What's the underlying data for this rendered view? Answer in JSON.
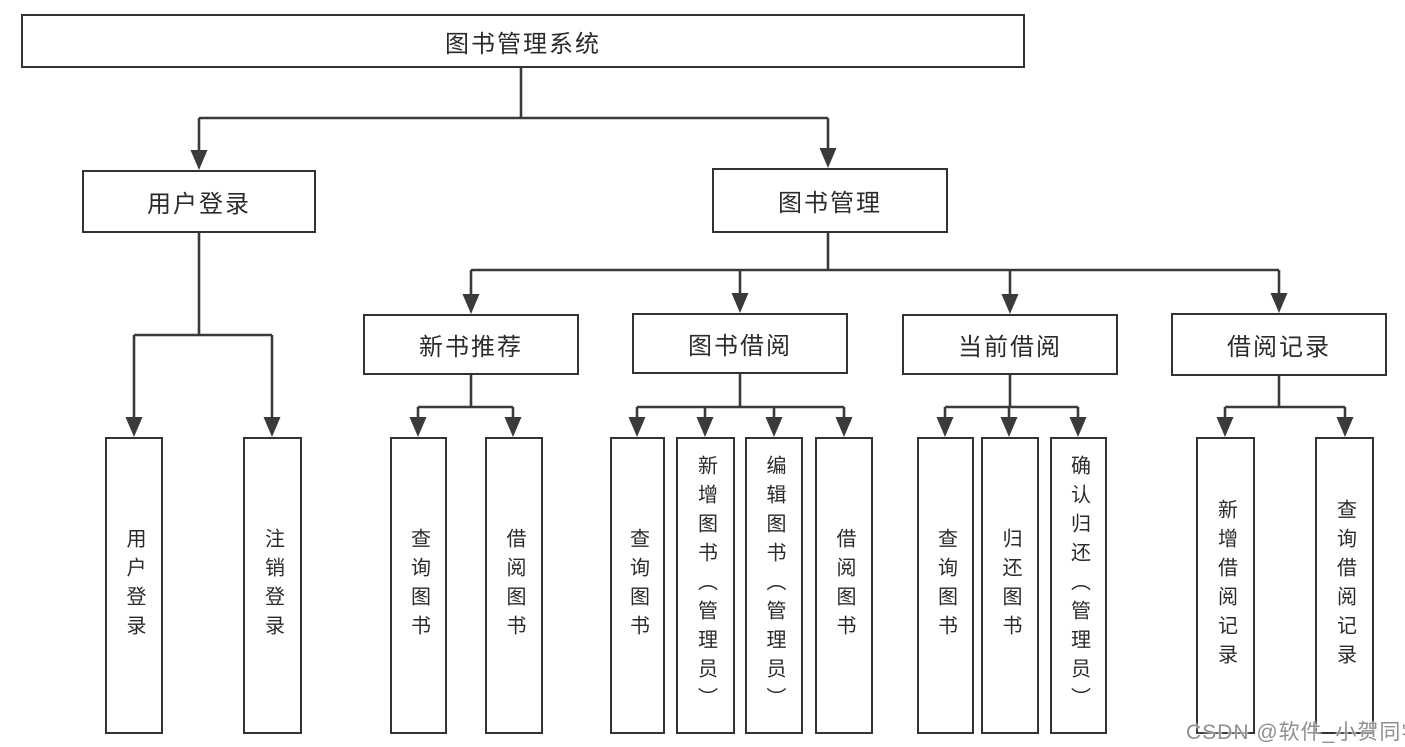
{
  "tree": {
    "root": {
      "label": "图书管理系统",
      "children": [
        {
          "label": "用户登录",
          "children": [
            {
              "label": "用户登录"
            },
            {
              "label": "注销登录"
            }
          ]
        },
        {
          "label": "图书管理",
          "children": [
            {
              "label": "新书推荐",
              "children": [
                {
                  "label": "查询图书"
                },
                {
                  "label": "借阅图书"
                }
              ]
            },
            {
              "label": "图书借阅",
              "children": [
                {
                  "label": "查询图书"
                },
                {
                  "label": "新增图书（管理员）"
                },
                {
                  "label": "编辑图书（管理员）"
                },
                {
                  "label": "借阅图书"
                }
              ]
            },
            {
              "label": "当前借阅",
              "children": [
                {
                  "label": "查询图书"
                },
                {
                  "label": "归还图书"
                },
                {
                  "label": "确认归还（管理员）"
                }
              ]
            },
            {
              "label": "借阅记录",
              "children": [
                {
                  "label": "新增借阅记录"
                },
                {
                  "label": "查询借阅记录"
                }
              ]
            }
          ]
        }
      ]
    }
  },
  "watermark": {
    "text": "CSDN @软件_小贺同学"
  },
  "colors": {
    "background": "#ffffff",
    "line": "#3a3a3a",
    "box_border": "#333333",
    "text": "#2b2b2b",
    "watermark": "#8f8f8f"
  }
}
